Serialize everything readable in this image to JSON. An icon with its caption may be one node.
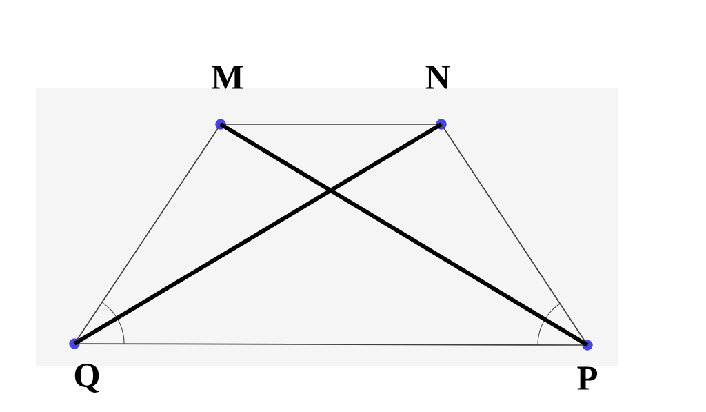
{
  "diagram": {
    "nodes": [
      {
        "text": [
          "M"
        ]
      },
      {
        "text": [
          "N"
        ]
      },
      {
        "text": [
          "Q"
        ]
      },
      {
        "text": [
          "P"
        ]
      }
    ],
    "edges": [
      {
        "from": 0,
        "to": 1,
        "arrow": "none"
      },
      {
        "from": 1,
        "to": 3,
        "arrow": "none"
      },
      {
        "from": 3,
        "to": 2,
        "arrow": "none"
      },
      {
        "from": 2,
        "to": 0,
        "arrow": "none"
      },
      {
        "from": 0,
        "to": 3,
        "arrow": "none",
        "style": "thick"
      },
      {
        "from": 1,
        "to": 2,
        "arrow": "none",
        "style": "thick"
      }
    ]
  }
}
